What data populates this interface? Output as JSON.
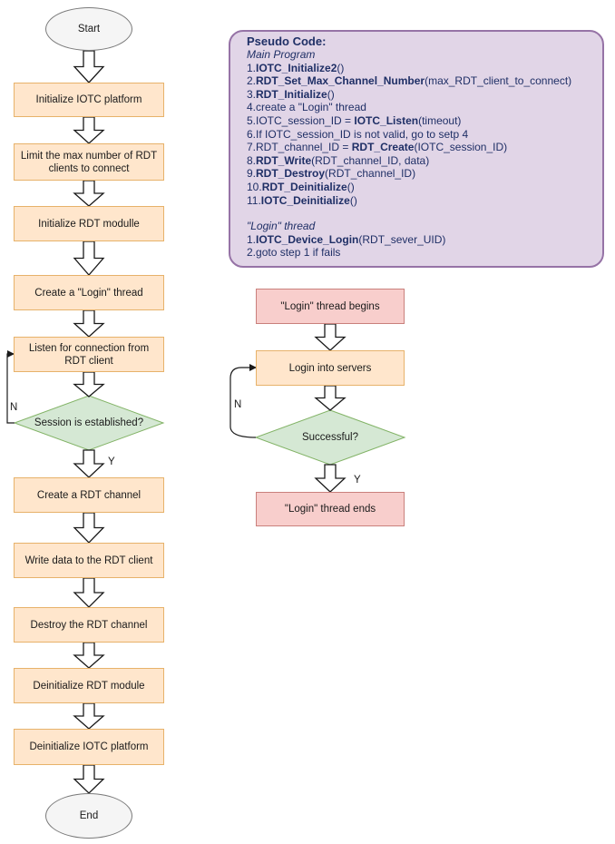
{
  "main_flow": {
    "start": "Start",
    "init_iotc": "Initialize IOTC platform",
    "limit_clients": "Limit the max number of RDT clients to connect",
    "init_rdt": "Initialize RDT modulle",
    "create_login": "Create a \"Login\" thread",
    "listen": "Listen for connection from RDT client",
    "decision": "Session is established?",
    "no_label": "N",
    "yes_label": "Y",
    "create_channel": "Create a RDT channel",
    "write_data": "Write data to the RDT client",
    "destroy_channel": "Destroy the RDT channel",
    "deinit_rdt": "Deinitialize RDT module",
    "deinit_iotc": "Deinitialize IOTC platform",
    "end": "End"
  },
  "login_flow": {
    "begins": "\"Login\" thread begins",
    "login": "Login into servers",
    "decision": "Successful?",
    "no_label": "N",
    "yes_label": "Y",
    "ends": "\"Login\" thread ends"
  },
  "pseudo_code": {
    "title": "Pseudo Code:",
    "main_heading": "Main Program",
    "main_lines": [
      {
        "num": "1.",
        "bold": "IOTC_Initialize2",
        "rest": "()"
      },
      {
        "num": "2.",
        "bold": "RDT_Set_Max_Channel_Number",
        "rest": "(max_RDT_client_to_connect)"
      },
      {
        "num": "3.",
        "bold": "RDT_Initialize",
        "rest": "()"
      },
      {
        "num": "4.",
        "plain": "create a \"Login\" thread"
      },
      {
        "num": "5.",
        "pre": "IOTC_session_ID = ",
        "bold": "IOTC_Listen",
        "rest": "(timeout)"
      },
      {
        "num": "6.",
        "plain": "If IOTC_session_ID is not valid, go to setp 4"
      },
      {
        "num": "7.",
        "pre": "RDT_channel_ID = ",
        "bold": "RDT_Create",
        "rest": "(IOTC_session_ID)"
      },
      {
        "num": "8.",
        "bold": "RDT_Write",
        "rest": "(RDT_channel_ID, data)"
      },
      {
        "num": "9.",
        "bold": "RDT_Destroy",
        "rest": "(RDT_channel_ID)"
      },
      {
        "num": "10.",
        "bold": "RDT_Deinitialize",
        "rest": "()"
      },
      {
        "num": "11.",
        "bold": "IOTC_Deinitialize",
        "rest": "()"
      }
    ],
    "login_heading": "\"Login\" thread",
    "login_lines": [
      {
        "num": "1.",
        "bold": "IOTC_Device_Login",
        "rest": "(RDT_sever_UID)"
      },
      {
        "num": "2.",
        "plain": "goto step 1 if fails"
      }
    ]
  },
  "colors": {
    "process_fill": "#ffe6cc",
    "process_stroke": "#e7b26a",
    "decision_fill": "#d5e8d4",
    "decision_stroke": "#82b366",
    "terminal_fill": "#f8cecc",
    "pseudo_fill": "#e1d5e7",
    "pseudo_stroke": "#9673a6"
  }
}
